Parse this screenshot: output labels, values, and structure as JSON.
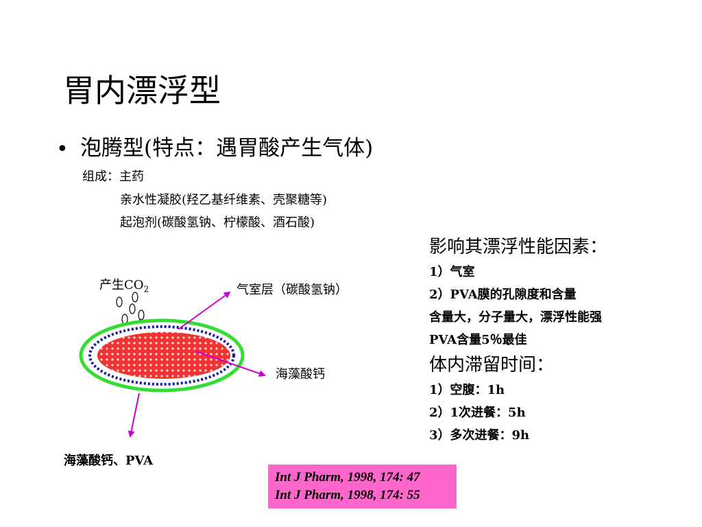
{
  "slide": {
    "title": "胃内漂浮型",
    "bullet_symbol": "•",
    "bullet_text": "泡腾型(特点：遇胃酸产生气体)",
    "composition": {
      "line1": "组成：主药",
      "line2": "亲水性凝胶(羟乙基纤维素、壳聚糖等)",
      "line3": "起泡剂(碳酸氢钠、柠檬酸、酒石酸)"
    }
  },
  "diagram": {
    "co2_label_prefix": "产生CO",
    "co2_label_sub": "2",
    "air_chamber_label": "气室层（碳酸氢钠）",
    "core_label": "海藻酸钙",
    "outer_label": "海藻酸钙、PVA",
    "colors": {
      "outer_ring": "#33dd33",
      "dotted_ring": "#1a1aa6",
      "core_fill": "#ee3333",
      "arrows": "#cc00cc"
    }
  },
  "factors": {
    "heading": "影响其漂浮性能因素：",
    "items": [
      "1）气室",
      "2）PVA膜的孔隙度和含量",
      "含量大，分子量大，漂浮性能强",
      "PVA含量5％最佳"
    ]
  },
  "retention": {
    "heading": "体内滞留时间：",
    "items": [
      "1）空腹：1h",
      "2）1次进餐：5h",
      "3）多次进餐：9h"
    ]
  },
  "references": {
    "background": "#ff66cc",
    "lines": [
      "Int J Pharm, 1998, 174: 47",
      "Int J Pharm, 1998, 174: 55"
    ]
  }
}
